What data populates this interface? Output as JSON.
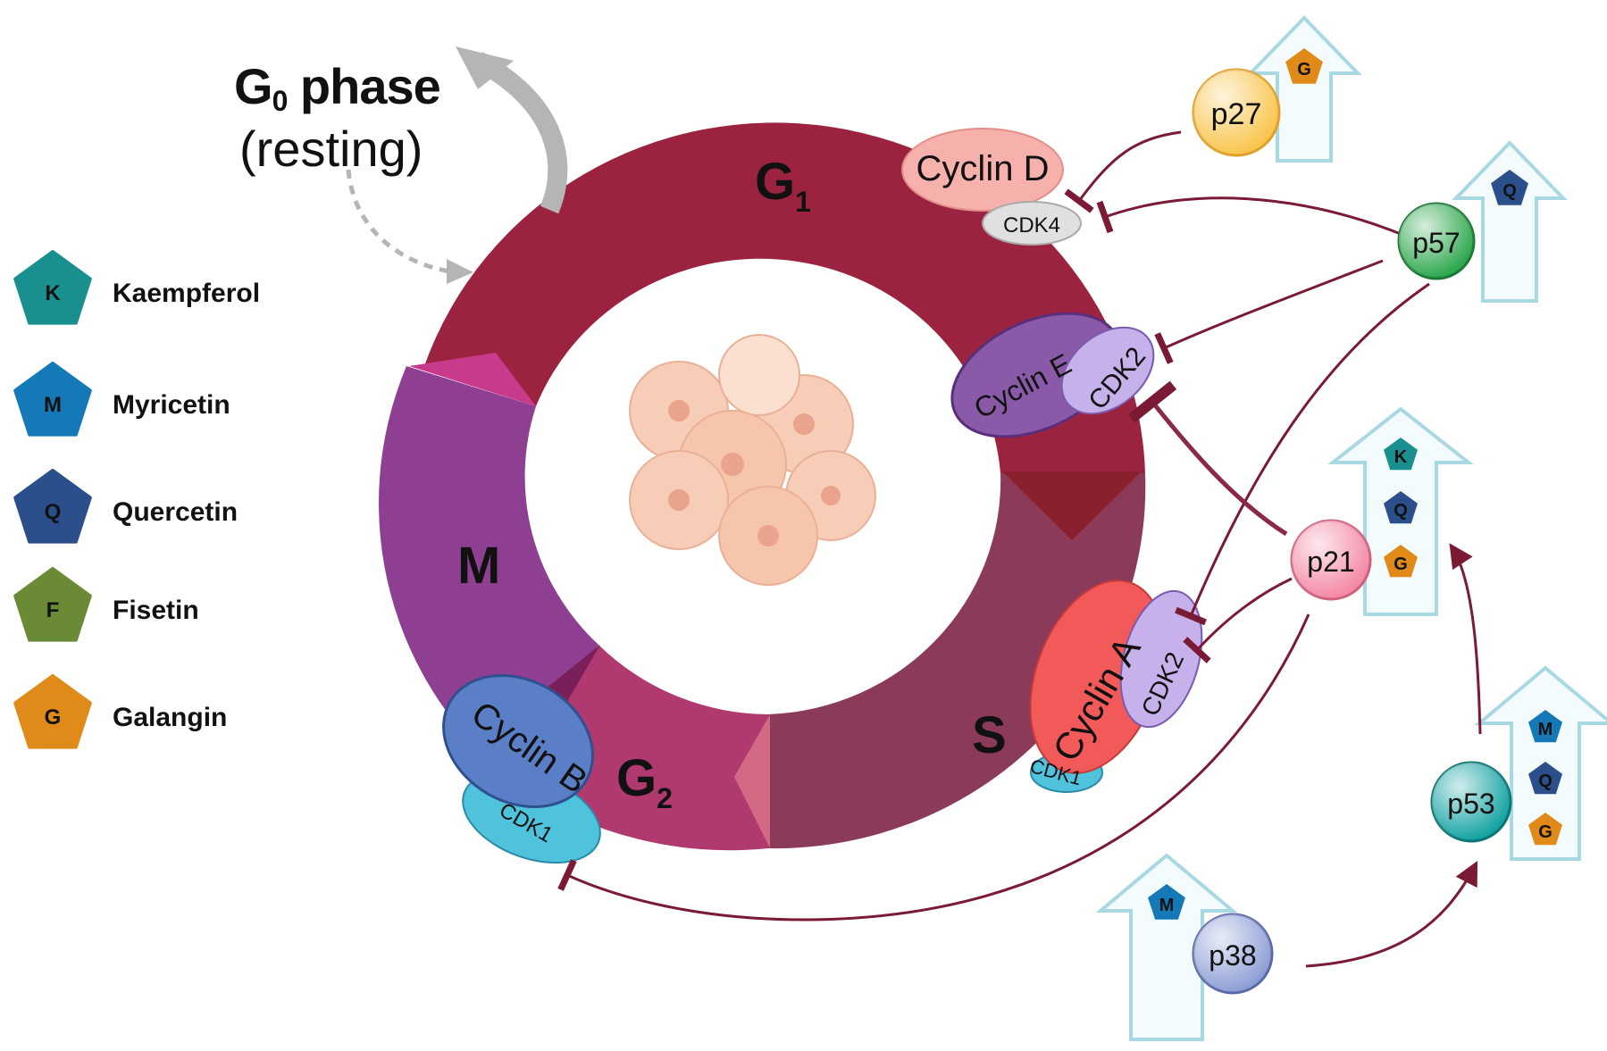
{
  "g0": {
    "title": "G",
    "title_sub": "0",
    "title_rest": " phase",
    "subtitle": "(resting)"
  },
  "phases": {
    "g1": {
      "letter": "G",
      "sub": "1"
    },
    "s": {
      "letter": "S",
      "sub": ""
    },
    "g2": {
      "letter": "G",
      "sub": "2"
    },
    "m": {
      "letter": "M",
      "sub": ""
    }
  },
  "complexes": {
    "cyclin_d": "Cyclin D",
    "cdk4": "CDK4",
    "cyclin_e": "Cyclin E",
    "cdk2_e": "CDK2",
    "cyclin_a": "Cyclin A",
    "cdk2_a": "CDK2",
    "cdk1_a": "CDK1",
    "cyclin_b": "Cyclin B",
    "cdk1_b": "CDK1"
  },
  "regulators": {
    "p27": {
      "label": "p27",
      "color": "#f9c64f",
      "compounds": [
        "G"
      ]
    },
    "p57": {
      "label": "p57",
      "color": "#2fa84f",
      "compounds": [
        "Q"
      ]
    },
    "p21": {
      "label": "p21",
      "color": "#f48aa6",
      "compounds": [
        "K",
        "Q",
        "G"
      ]
    },
    "p53": {
      "label": "p53",
      "color": "#16a3a3",
      "compounds": [
        "M",
        "Q",
        "G"
      ]
    },
    "p38": {
      "label": "p38",
      "color": "#8f9fd6",
      "compounds": [
        "M"
      ]
    }
  },
  "legend": [
    {
      "letter": "K",
      "label": "Kaempferol",
      "color": "#1a8f8f"
    },
    {
      "letter": "M",
      "label": "Myricetin",
      "color": "#1579b8"
    },
    {
      "letter": "Q",
      "label": "Quercetin",
      "color": "#2a4f8a"
    },
    {
      "letter": "F",
      "label": "Fisetin",
      "color": "#6a8a35"
    },
    {
      "letter": "G",
      "label": "Galangin",
      "color": "#e08a1a"
    }
  ],
  "colors": {
    "g1": "#9c2340",
    "s": "#8c3a5a",
    "g2": "#b03a70",
    "m": "#8e3f92",
    "arrow": "#7a1a35",
    "upArrow": "#bfe3ea"
  }
}
